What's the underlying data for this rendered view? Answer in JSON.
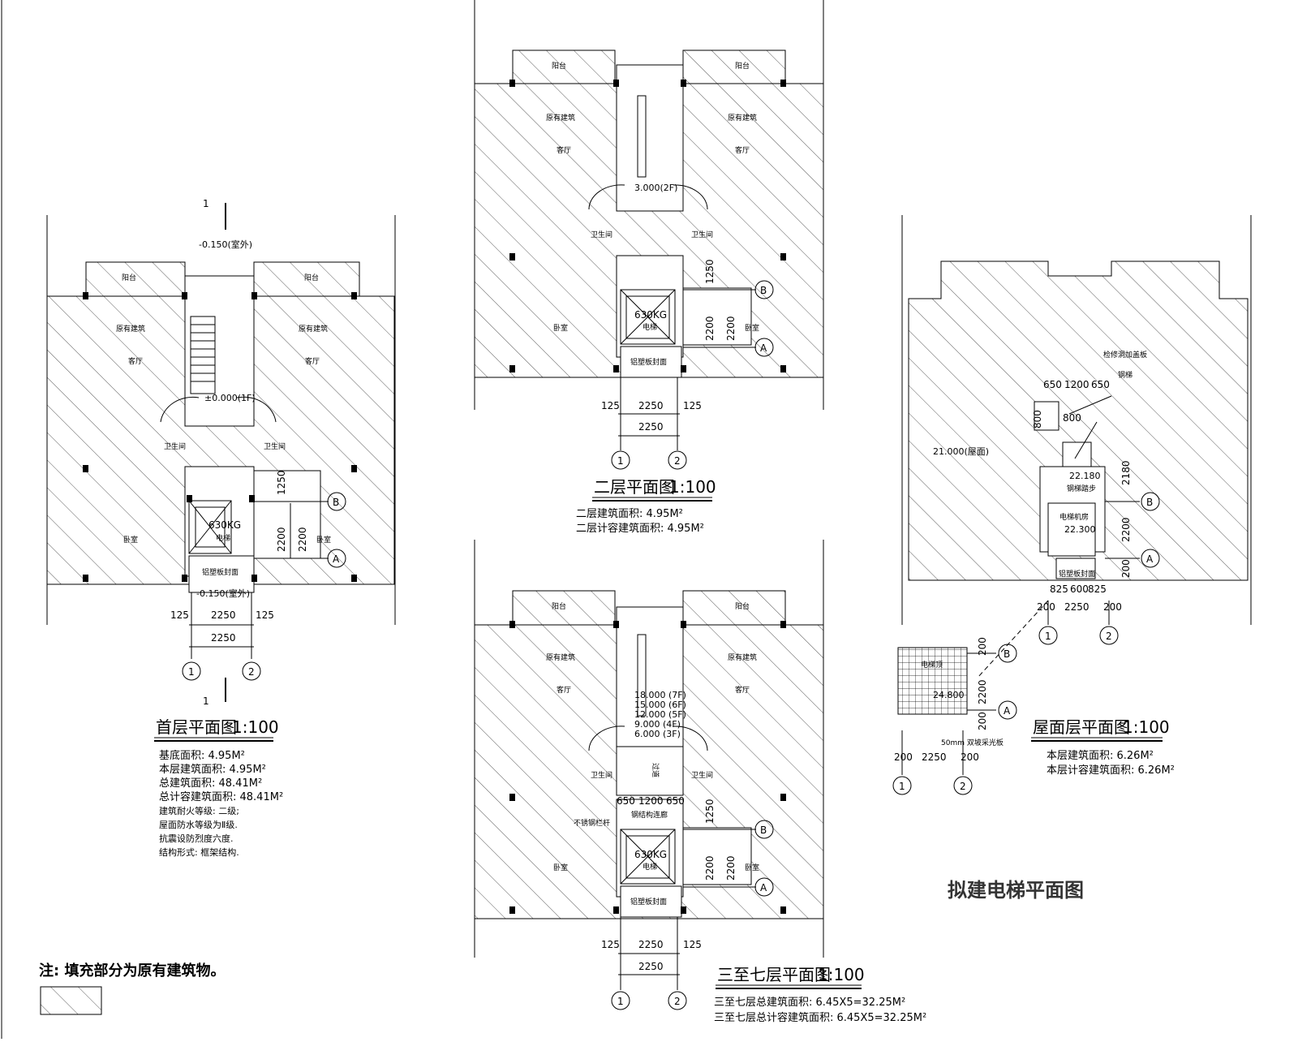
{
  "rooms": {
    "balcony": "阳台",
    "existing": "原有建筑",
    "living": "客厅",
    "wc": "卫生间",
    "bedroom": "卧室",
    "elevator": "电梯",
    "capacity": "630KG",
    "cover": "铝塑板封面"
  },
  "axes": {
    "a1": "1",
    "a2": "2",
    "aA": "A",
    "aB": "B"
  },
  "dims": {
    "d125": "125",
    "d2250": "2250",
    "d1250": "1250",
    "d2200": "2200",
    "d650": "650",
    "d1200": "1200",
    "d800": "800",
    "d200": "200",
    "d2180": "2180",
    "d825": "825",
    "d600": "600"
  },
  "ground": {
    "section_mark": "1",
    "level_top": "-0.150(室外)",
    "level_stair": "±0.000(1F)",
    "level_entry": "-0.150(室外)",
    "title": "首层平面图",
    "scale": "1:100",
    "notes": [
      "基底面积: 4.95M²",
      "本层建筑面积: 4.95M²",
      "总建筑面积: 48.41M²",
      "总计容建筑面积: 48.41M²",
      "建筑耐火等级: 二级;",
      "屋面防水等级为Ⅱ级.",
      "抗震设防烈度六度.",
      "结构形式: 框架结构."
    ]
  },
  "second": {
    "level": "3.000(2F)",
    "title": "二层平面图",
    "scale": "1:100",
    "notes": [
      "二层建筑面积: 4.95M²",
      "二层计容建筑面积: 4.95M²"
    ]
  },
  "typical": {
    "levels": [
      "18.000 (7F)",
      "15.000 (6F)",
      "12.000 (5F)",
      "9.000 (4F)",
      "6.000 (3F)"
    ],
    "corridor": "过道",
    "rail": "不锈钢栏杆",
    "steel": "钢结构连廊",
    "title": "三至七层平面图",
    "scale": "1:100",
    "notes": [
      "三至七层总建筑面积: 6.45X5=32.25M²",
      "三至七层总计容建筑面积: 6.45X5=32.25M²"
    ]
  },
  "roof": {
    "hatch_label": "检修洞加盖板",
    "ladder": "钢梯",
    "opening": "800",
    "level_roof": "21.000(屋面)",
    "level_top": "22.180",
    "stair_label": "钢梯踏步",
    "machine": "电梯机房",
    "level_machine": "22.300",
    "cover": "铝塑板封面",
    "canopy_label": "电梯顶",
    "canopy_level": "24.800",
    "canopy_note": "50mm 双坡采光板",
    "title": "屋面层平面图",
    "scale": "1:100",
    "notes": [
      "本层建筑面积: 6.26M²",
      "本层计容建筑面积: 6.26M²"
    ]
  },
  "drawing_title": "拟建电梯平面图",
  "legend_note": "注: 填充部分为原有建筑物。"
}
